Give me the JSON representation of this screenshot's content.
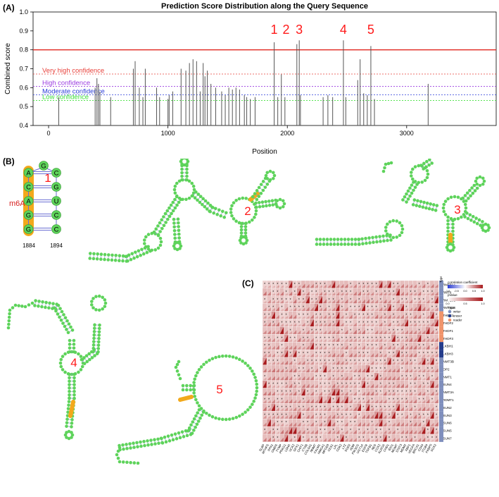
{
  "panel_a": {
    "label": "(A)",
    "chart_data": {
      "type": "bar",
      "title": "Prediction Score Distribution along the Query Sequence",
      "xlabel": "Position",
      "ylabel": "Combined score",
      "xlim": [
        -130,
        3750
      ],
      "ylim": [
        0.4,
        1.0
      ],
      "xticks": [
        0,
        1000,
        2000,
        3000
      ],
      "yticks": [
        0.4,
        0.5,
        0.6,
        0.7,
        0.8,
        0.9,
        1.0
      ],
      "x": [
        85,
        390,
        405,
        418,
        430,
        520,
        710,
        725,
        760,
        790,
        810,
        905,
        930,
        1000,
        1010,
        1040,
        1110,
        1150,
        1180,
        1210,
        1240,
        1270,
        1295,
        1310,
        1330,
        1360,
        1400,
        1450,
        1480,
        1510,
        1540,
        1570,
        1600,
        1640,
        1660,
        1690,
        1730,
        1890,
        1920,
        1950,
        1980,
        2080,
        2100,
        2110,
        2300,
        2340,
        2380,
        2470,
        2490,
        2590,
        2610,
        2640,
        2670,
        2700,
        2730,
        3180
      ],
      "values": [
        0.55,
        0.6,
        0.65,
        0.62,
        0.58,
        0.55,
        0.7,
        0.74,
        0.6,
        0.55,
        0.7,
        0.6,
        0.55,
        0.54,
        0.56,
        0.58,
        0.7,
        0.69,
        0.73,
        0.75,
        0.74,
        0.58,
        0.73,
        0.66,
        0.69,
        0.62,
        0.6,
        0.58,
        0.56,
        0.6,
        0.59,
        0.6,
        0.59,
        0.56,
        0.55,
        0.54,
        0.55,
        0.84,
        0.55,
        0.67,
        0.55,
        0.83,
        0.85,
        0.56,
        0.55,
        0.56,
        0.55,
        0.85,
        0.55,
        0.64,
        0.75,
        0.57,
        0.56,
        0.82,
        0.54,
        0.62
      ],
      "threshold": 0.8,
      "confidence_lines": [
        {
          "label": "Very high confidence",
          "value": 0.672,
          "color": "#e8403a"
        },
        {
          "label": "High confidence",
          "value": 0.607,
          "color": "#9a3be0"
        },
        {
          "label": "Moderate confidence",
          "value": 0.562,
          "color": "#2a3cd9"
        },
        {
          "label": "Low confidence",
          "value": 0.532,
          "color": "#3ee03a"
        }
      ],
      "peaks": [
        {
          "label": "1",
          "x": 1890
        },
        {
          "label": "2",
          "x": 1990
        },
        {
          "label": "3",
          "x": 2100
        },
        {
          "label": "4",
          "x": 2470
        },
        {
          "label": "5",
          "x": 2700
        }
      ],
      "colors": {
        "bars": "#555555",
        "threshold": "#e0261f",
        "peak_labels": "#ff1a1a"
      }
    }
  },
  "panel_b": {
    "label": "(B)",
    "site_label": "m6A",
    "site_number": "1",
    "nucleotides_left": [
      "A",
      "C",
      "A",
      "G",
      "G"
    ],
    "nucleotides_right": [
      "C",
      "G",
      "U",
      "C",
      "C"
    ],
    "loop_nucleotide": "G",
    "pos_start": "1884",
    "pos_end": "1894",
    "structure_labels": [
      "2",
      "3",
      "4",
      "5"
    ],
    "colors": {
      "nucleotide": "#5ed35b",
      "highlight": "#f2a91c",
      "pair": "#6b6fd3"
    }
  },
  "panel_c": {
    "label": "(C)",
    "type_header": "Type",
    "regulators": [
      "TRMT61A",
      "TRMT6",
      "TRMT10C",
      "TRMT61B",
      "YTHDC1",
      "YTHDF2",
      "YTHDF1",
      "YTHDF3",
      "ALKBH1",
      "ALKBH3",
      "DNMT3B",
      "NOP2",
      "DNMT1",
      "NSUN4",
      "DNMT3A",
      "TRDMT1",
      "NSUN2",
      "NSUN3",
      "NSUN6",
      "NSUN5",
      "NSUN7"
    ],
    "regulator_types": [
      "writer",
      "writer",
      "writer",
      "writer",
      "reader",
      "reader",
      "reader",
      "reader",
      "eraser",
      "eraser",
      "writer",
      "writer",
      "writer",
      "writer",
      "writer",
      "writer",
      "writer",
      "writer",
      "writer",
      "writer",
      "writer"
    ],
    "genes": [
      "SLBP",
      "MTHFS",
      "PPA1",
      "GMDS",
      "TYMP",
      "PRKG1",
      "LDHA",
      "UCK2",
      "GPX1",
      "CHIT1",
      "CTSB",
      "COL5A1",
      "NNMT",
      "CALM1",
      "HMGA1",
      "MFGE8",
      "CES1",
      "LPL",
      "CDK2",
      "LYZ",
      "SOD2",
      "ADM",
      "PIK3CG",
      "UGT1A",
      "EGFR",
      "TGFB1",
      "NES",
      "COX2",
      "ALDOA",
      "CHD1",
      "IDO1",
      "MGMT",
      "STAT3",
      "MDM2",
      "XBP1",
      "VEGFA",
      "BRCA1",
      "CD44",
      "ITGB4",
      "FKBP5",
      "SOX2"
    ],
    "legend": {
      "title": "correlation coefficient",
      "ticks": [
        "-1.0",
        "-0.5",
        "0.0",
        "0.5",
        "1.0"
      ],
      "pvalue_title": "pValue",
      "pvalue_ticks": [
        "0.0",
        "0.5",
        "1.0"
      ],
      "type_title": "Type",
      "type_items": [
        {
          "label": "writer",
          "color": "#7f8fbd"
        },
        {
          "label": "eraser",
          "color": "#253d8c"
        },
        {
          "label": "reader",
          "color": "#f0946b"
        }
      ]
    },
    "colors": {
      "low": "#2b3cd1",
      "mid": "#f6e8e6",
      "high": "#a8191c",
      "writer": "#7f8fbd",
      "eraser": "#253d8c",
      "reader": "#f0946b"
    }
  }
}
